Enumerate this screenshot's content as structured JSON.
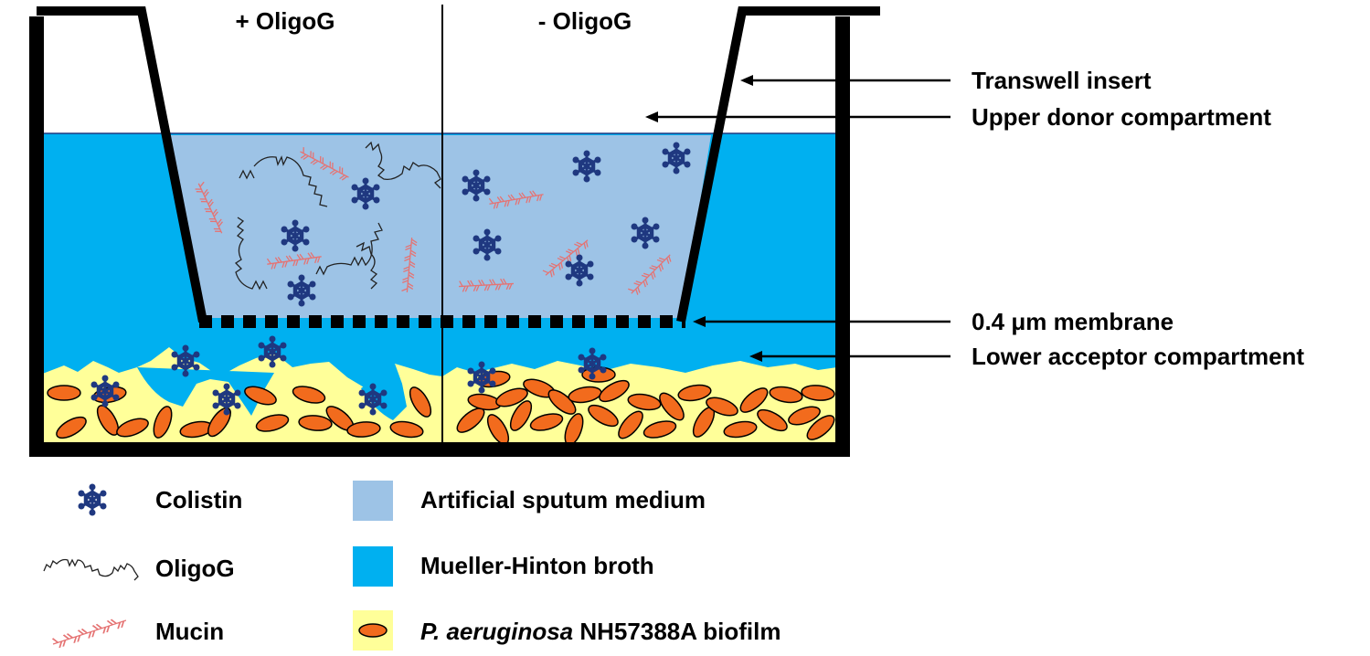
{
  "headers": {
    "left": "+ OligoG",
    "right": "- OligoG"
  },
  "annotations": {
    "insert": "Transwell insert",
    "upper": "Upper donor compartment",
    "membrane": "0.4 μm membrane",
    "lower": "Lower acceptor compartment"
  },
  "legend": {
    "colistin": "Colistin",
    "oligog": "OligoG",
    "mucin": "Mucin",
    "asm": "Artificial sputum medium",
    "mhb": "Mueller-Hinton broth",
    "biofilm_species": "P. aeruginosa",
    "biofilm_rest": " NH57388A biofilm"
  },
  "colors": {
    "asm": "#9dc3e6",
    "mhb": "#00b0f0",
    "biofilm": "#ffff99",
    "bacteria": "#f26b1d",
    "colistin": "#1f3880",
    "mucin": "#e57373",
    "outline": "#000000"
  }
}
